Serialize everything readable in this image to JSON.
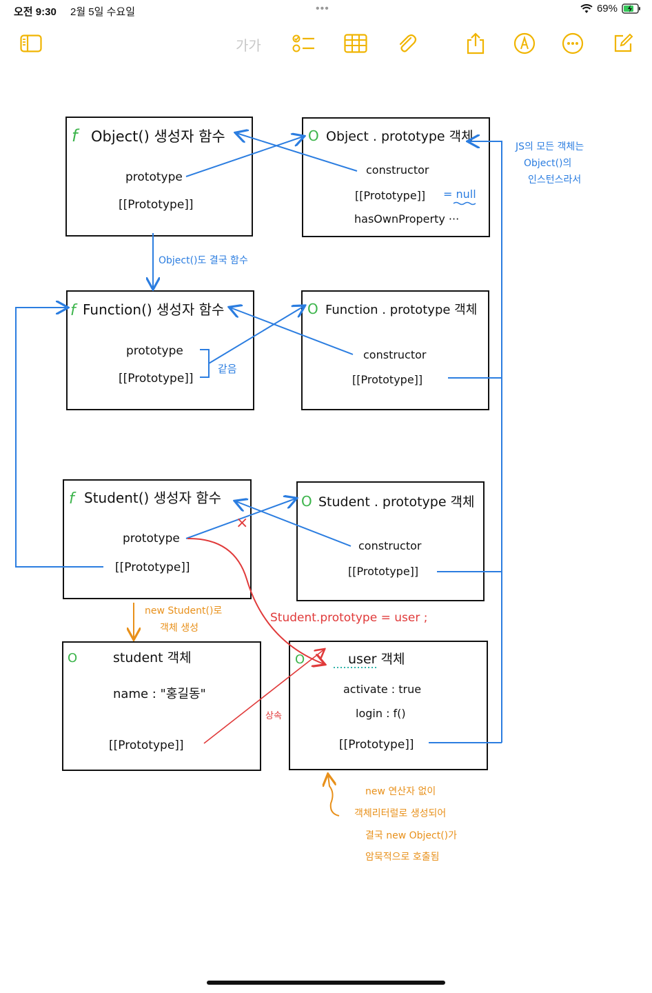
{
  "status_bar": {
    "time": "오전 9:30",
    "date": "2월 5일 수요일",
    "more_dots": "•••",
    "battery": "69%"
  },
  "toolbar": {
    "font_size_label": "가가",
    "accent_color": "#f0b400",
    "buttons": [
      "sidebar-icon",
      "checklist-icon",
      "table-icon",
      "attachment-icon",
      "share-icon",
      "markup-pen-icon",
      "more-icon",
      "compose-icon"
    ]
  },
  "colors": {
    "ink_black": "#111111",
    "ink_blue": "#2b7de0",
    "ink_green": "#3cb44b",
    "ink_red": "#e03a3a",
    "ink_orange": "#e8901a"
  },
  "diagram": {
    "object_ctor": {
      "marker": "f",
      "title": "Object() 생성자 함수",
      "prototype": "prototype",
      "proto": "[[Prototype]]"
    },
    "object_proto": {
      "marker": "O",
      "title": "Object . prototype 객체",
      "constructor": "constructor",
      "proto": "[[Prototype]]",
      "null_value": "= null",
      "has_own": "hasOwnProperty ···"
    },
    "function_ctor": {
      "marker": "f",
      "title": "Function() 생성자 함수",
      "prototype": "prototype",
      "proto": "[[Prototype]]",
      "same_note": "같음"
    },
    "function_proto": {
      "marker": "O",
      "title": "Function . prototype 객체",
      "constructor": "constructor",
      "proto": "[[Prototype]]"
    },
    "student_ctor": {
      "marker": "f",
      "title": "Student() 생성자 함수",
      "prototype": "prototype",
      "proto": "[[Prototype]]"
    },
    "student_proto": {
      "marker": "O",
      "title": "Student . prototype 객체",
      "constructor": "constructor",
      "proto": "[[Prototype]]"
    },
    "student_obj": {
      "marker": "O",
      "title": "student 객체",
      "name_line": "name : \"홍길동\"",
      "proto": "[[Prototype]]"
    },
    "user_obj": {
      "marker": "O",
      "title": "user 객체",
      "activate": "activate : true",
      "login": "login : f()",
      "proto": "[[Prototype]]"
    },
    "notes": {
      "object_fn_note": "Object()도 결국 함수",
      "js_all_objects": [
        "JS의 모든 객체는",
        "Object()의",
        "인스턴스라서"
      ],
      "new_student": [
        "new Student()로",
        "객체 생성"
      ],
      "assignment": "Student.prototype = user ;",
      "inherit": "상속",
      "literal_note": [
        "new 연산자 없이",
        "객체리터럴로 생성되어",
        "결국 new Object()가",
        "암묵적으로 호출됨"
      ],
      "cross_mark": "×"
    }
  }
}
